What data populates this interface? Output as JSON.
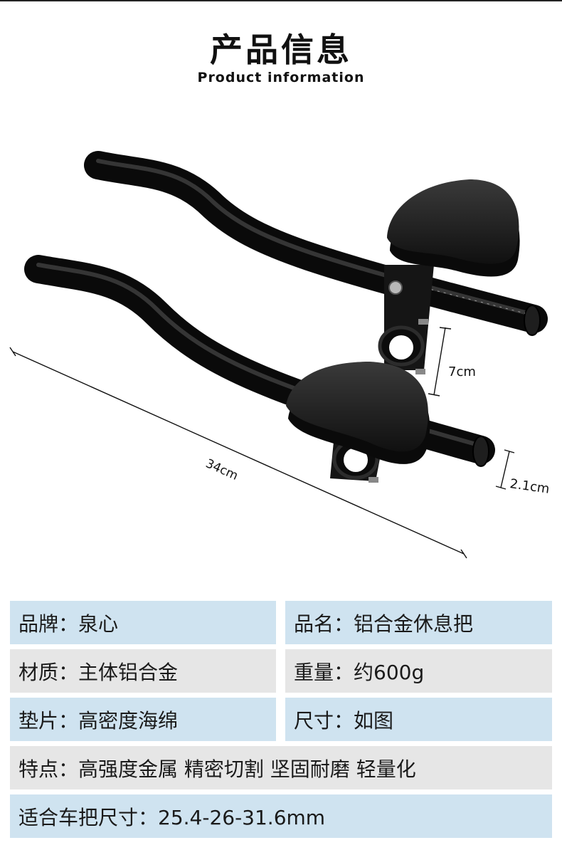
{
  "header": {
    "title": "产品信息",
    "subtitle": "Product information"
  },
  "dimensions": {
    "length": "34cm",
    "height": "7cm",
    "diameter": "2.1cm"
  },
  "specs": {
    "brand": "品牌：泉心",
    "name": "品名：铝合金休息把",
    "material": "材质：主体铝合金",
    "weight": "重量：约600g",
    "pad": "垫片：高密度海绵",
    "size": "尺寸：如图",
    "features": "特点：高强度金属 精密切割  坚固耐磨 轻量化",
    "fit": "适合车把尺寸：25.4-26-31.6mm"
  },
  "colors": {
    "row_blue": "#cfe3f0",
    "row_gray": "#e6e6e6"
  }
}
